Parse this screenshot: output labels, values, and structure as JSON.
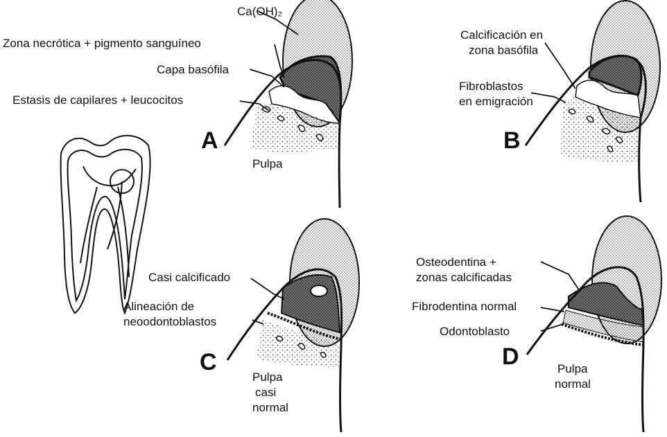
{
  "panels": {
    "A": {
      "letter": "A",
      "labels": {
        "caoh2": "Ca(OH)₂",
        "necrotic": "Zona necrótica + pigmento sanguíneo",
        "basophil": "Capa basófila",
        "stasis": "Estasis de capilares + leucocitos",
        "pulp": "Pulpa"
      }
    },
    "B": {
      "letter": "B",
      "labels": {
        "calc_line1": "Calcificación en",
        "calc_line2": "zona basófila",
        "fib_line1": "Fibroblastos",
        "fib_line2": "en emigración"
      }
    },
    "C": {
      "letter": "C",
      "labels": {
        "almost_calc": "Casi calcificado",
        "align_line1": "Alineación de",
        "align_line2": "neoodontoblastos",
        "pulp_line1": "Pulpa",
        "pulp_line2": "casi",
        "pulp_line3": "normal"
      }
    },
    "D": {
      "letter": "D",
      "labels": {
        "osteo_line1": "Osteodentina +",
        "osteo_line2": "zonas calcificadas",
        "fibro": "Fibrodentina normal",
        "odonto": "Odontoblasto",
        "pulp_line1": "Pulpa",
        "pulp_line2": "normal"
      }
    }
  },
  "colors": {
    "ink": "#111111",
    "paper": "#ffffff"
  }
}
